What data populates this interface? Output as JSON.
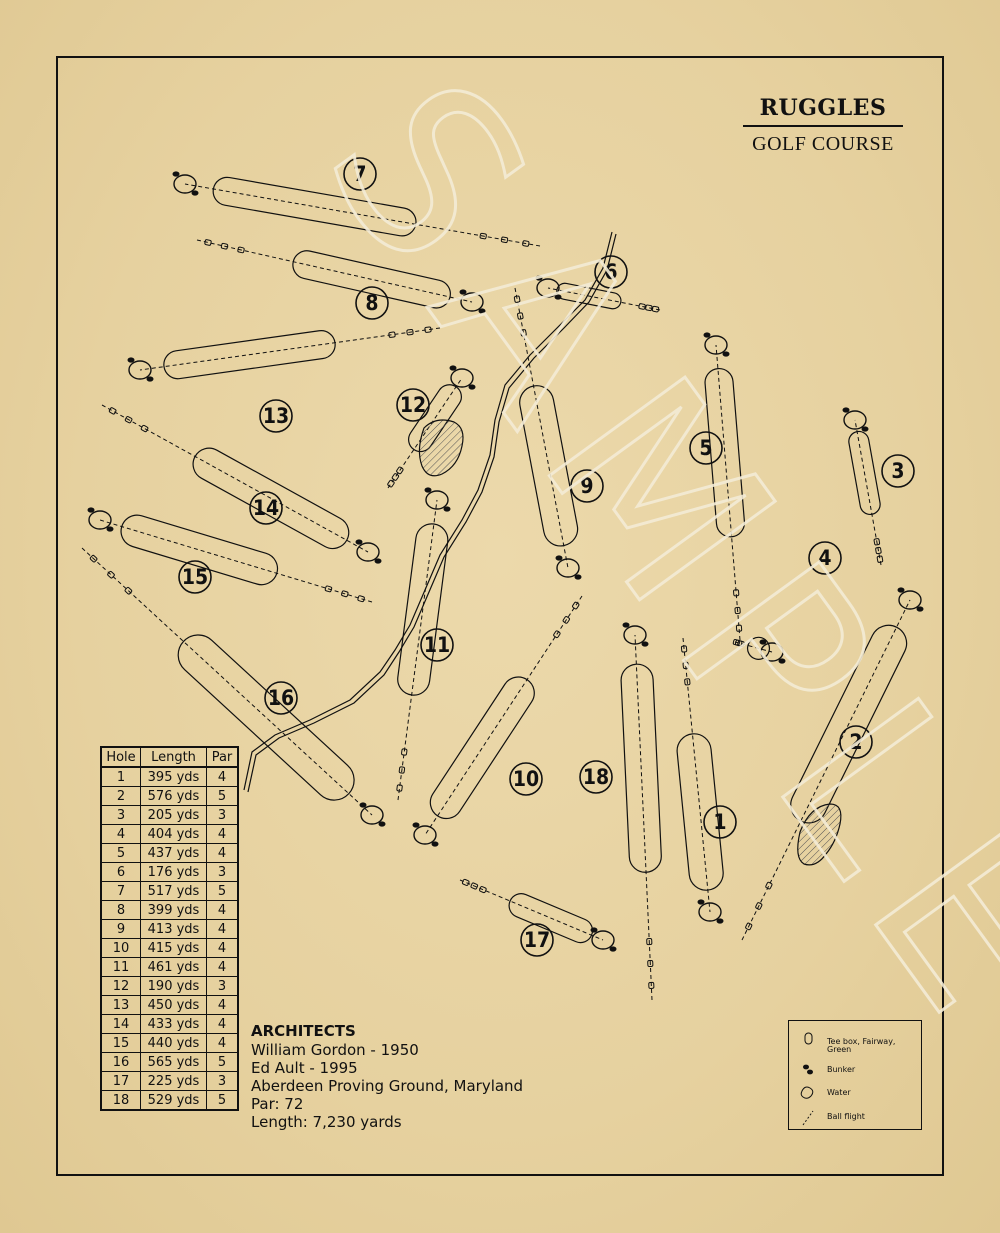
{
  "title": {
    "main": "RUGGLES",
    "sub": "GOLF COURSE"
  },
  "table": {
    "headers": [
      "Hole",
      "Length",
      "Par"
    ],
    "rows": [
      [
        "1",
        "395 yds",
        "4"
      ],
      [
        "2",
        "576 yds",
        "5"
      ],
      [
        "3",
        "205 yds",
        "3"
      ],
      [
        "4",
        "404 yds",
        "4"
      ],
      [
        "5",
        "437 yds",
        "4"
      ],
      [
        "6",
        "176 yds",
        "3"
      ],
      [
        "7",
        "517 yds",
        "5"
      ],
      [
        "8",
        "399 yds",
        "4"
      ],
      [
        "9",
        "413 yds",
        "4"
      ],
      [
        "10",
        "415 yds",
        "4"
      ],
      [
        "11",
        "461 yds",
        "4"
      ],
      [
        "12",
        "190 yds",
        "3"
      ],
      [
        "13",
        "450 yds",
        "4"
      ],
      [
        "14",
        "433 yds",
        "4"
      ],
      [
        "15",
        "440 yds",
        "4"
      ],
      [
        "16",
        "565 yds",
        "5"
      ],
      [
        "17",
        "225 yds",
        "3"
      ],
      [
        "18",
        "529 yds",
        "5"
      ]
    ]
  },
  "info": {
    "architects_heading": "ARCHITECTS",
    "architect_1": "William Gordon  -  1950",
    "architect_2": "Ed Ault  -  1995",
    "location": "Aberdeen Proving Ground, Maryland",
    "par": "Par: 72",
    "length": "Length: 7,230 yards"
  },
  "legend": {
    "tee_fairway_green": "Tee box, Fairway, Green",
    "bunker": "Bunker",
    "water": "Water",
    "ball_flight": "Ball flight"
  },
  "watermark": "SAMPLE",
  "hole_labels": [
    "1",
    "2",
    "3",
    "4",
    "5",
    "6",
    "7",
    "8",
    "9",
    "10",
    "11",
    "12",
    "13",
    "14",
    "15",
    "16",
    "17",
    "18"
  ],
  "colors": {
    "ink": "#111111",
    "paper": "#e8d4a4",
    "watermark": "#f3ead4"
  }
}
